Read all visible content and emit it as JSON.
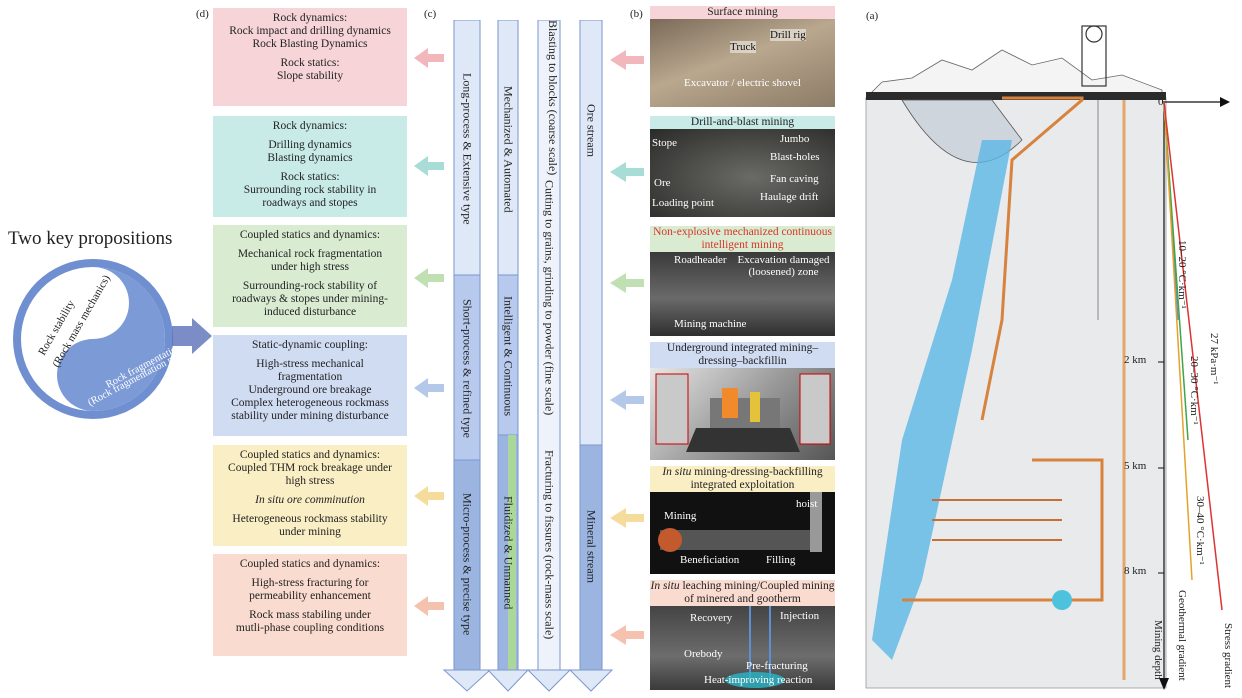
{
  "panel_labels": {
    "a": "(a)",
    "b": "(b)",
    "c": "(c)",
    "d": "(d)"
  },
  "propositions": {
    "title": "Two key propositions",
    "stability_line1": "Rock stability",
    "stability_line2": "(Rock mass mechanics)",
    "fragmentation_line1": "Rock fragmentation",
    "fragmentation_line2": "(Rock fragmentation mechanics)"
  },
  "d_boxes": [
    {
      "color": "#f6d4d8",
      "lines": [
        "Rock dynamics:",
        "Rock impact and drilling dynamics",
        "Rock Blasting Dynamics",
        "",
        "Rock statics:",
        "Slope stability"
      ]
    },
    {
      "color": "#c9ebe8",
      "lines": [
        "Rock dynamics:",
        "",
        "Drilling dynamics",
        "Blasting dynamics",
        "",
        "Rock statics:",
        "Surrounding rock stability in",
        "roadways and stopes"
      ]
    },
    {
      "color": "#d9ecd2",
      "lines": [
        "Coupled statics and dynamics:",
        "",
        "Mechanical rock fragmentation",
        "under high stress",
        "",
        "Surrounding-rock stability of",
        "roadways & stopes under mining-",
        "induced disturbance"
      ]
    },
    {
      "color": "#cfdcf2",
      "lines": [
        "Static-dynamic coupling:",
        "",
        "High-stress mechanical",
        "fragmentation",
        "Underground ore breakage",
        "Complex heterogeneous rockmass",
        "stability under mining disturbance"
      ]
    },
    {
      "color": "#faeec4",
      "lines": [
        "Coupled statics and dynamics:",
        "Coupled THM rock breakage under",
        "high stress",
        "",
        "In situ ore comminution",
        "",
        "Heterogeneous rockmass stability",
        "under mining"
      ]
    },
    {
      "color": "#fadbd0",
      "lines": [
        "Coupled statics and dynamics:",
        "",
        "High-stress fracturing for",
        "permeability enhancement",
        "",
        "Rock mass stabiling under",
        "mutli-phase coupling conditions"
      ]
    }
  ],
  "c_columns": [
    {
      "segments": [
        "Long-process & Extensive type",
        "Short-process & refined type",
        "Micro-process & precise type"
      ]
    },
    {
      "segments": [
        "Mechanized & Automated",
        "Intelligent & Continuous",
        "Fluidized & Unmanned"
      ]
    },
    {
      "segments": [
        "Blasting to blocks (coarse scale)",
        "Cutting to grains, grinding to powder (fine scale)",
        "Fracturing to fissures (rock-mass scale)"
      ]
    },
    {
      "segments": [
        "Ore stream",
        "Mineral stream"
      ]
    }
  ],
  "b_panels": [
    {
      "title": "Surface mining",
      "labels": [
        "Truck",
        "Drill rig",
        "Excavator / electric shovel"
      ]
    },
    {
      "title": "Drill-and-blast mining",
      "labels": [
        "Stope",
        "Jumbo",
        "Blast-holes",
        "Ore",
        "Fan caving",
        "Loading point",
        "Haulage drift"
      ]
    },
    {
      "title": "Non-explosive mechanized continuous intelligent mining",
      "labels": [
        "Roadheader",
        "Excavation damaged (loosened) zone",
        "Mining machine"
      ]
    },
    {
      "title": "Underground integrated mining–dressing–backfillin",
      "labels": []
    },
    {
      "title_italic": "In situ",
      "title": " mining-dressing-backfilling integrated exploitation",
      "labels": [
        "Mining",
        "hoist",
        "Beneficiation",
        "Filling"
      ]
    },
    {
      "title_italic": "In situ",
      "title": " leaching mining/Coupled mining of minered and gootherm",
      "labels": [
        "Recovery",
        "Injection",
        "Orebody",
        "Pre-fracturing",
        "Heat-improving reaction"
      ]
    }
  ],
  "a_panel": {
    "origin": "0",
    "depths": [
      "2 km",
      "5 km",
      "8 km"
    ],
    "gradients": [
      "10–20 °C·km⁻¹",
      "20–30 °C·km⁻¹",
      "30–40 °C·km⁻¹",
      "27 kPa·m⁻¹"
    ],
    "axis_labels": [
      "Mining depth",
      "Geothermal gradient",
      "Stress gradient"
    ]
  },
  "colors": {
    "pink": "#f6d4d8",
    "teal": "#c9ebe8",
    "green": "#d9ecd2",
    "blue": "#cfdcf2",
    "yellow": "#faeec4",
    "salmon": "#fadbd0",
    "column_blue": "#9bb5e0"
  }
}
